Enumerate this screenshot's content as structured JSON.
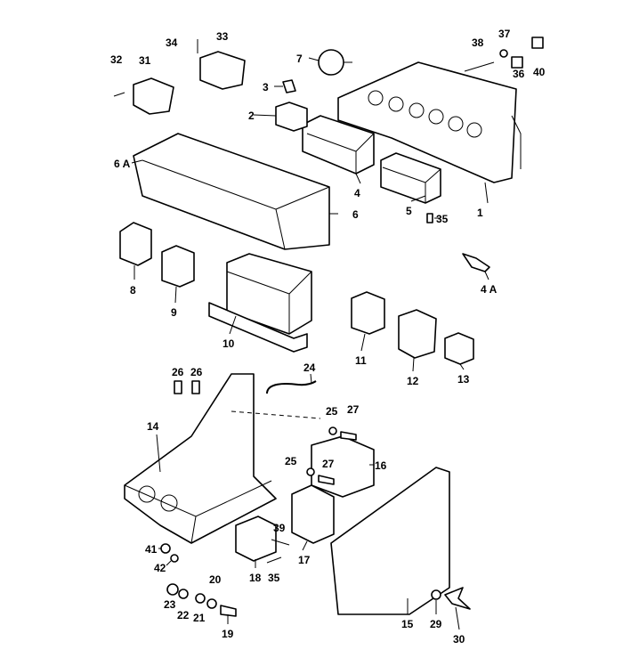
{
  "title": "Fuse box / relay carrier exploded parts diagram",
  "labels": {
    "p1": "1",
    "p2": "2",
    "p3": "3",
    "p4": "4",
    "p4a": "4 A",
    "p5": "5",
    "p6": "6",
    "p6a": "6 A",
    "p7": "7",
    "p8": "8",
    "p9": "9",
    "p10": "10",
    "p11": "11",
    "p12": "12",
    "p13": "13",
    "p14": "14",
    "p15": "15",
    "p16": "16",
    "p17": "17",
    "p18": "18",
    "p19": "19",
    "p20": "20",
    "p21": "21",
    "p22": "22",
    "p23": "23",
    "p24": "24",
    "p25a": "25",
    "p25b": "25",
    "p26a": "26",
    "p26b": "26",
    "p27a": "27",
    "p27b": "27",
    "p29": "29",
    "p30": "30",
    "p31": "31",
    "p32": "32",
    "p33": "33",
    "p34": "34",
    "p35a": "35",
    "p35b": "35",
    "p36": "36",
    "p37": "37",
    "p38": "38",
    "p39": "39",
    "p40": "40",
    "p41": "41",
    "p42": "42"
  }
}
